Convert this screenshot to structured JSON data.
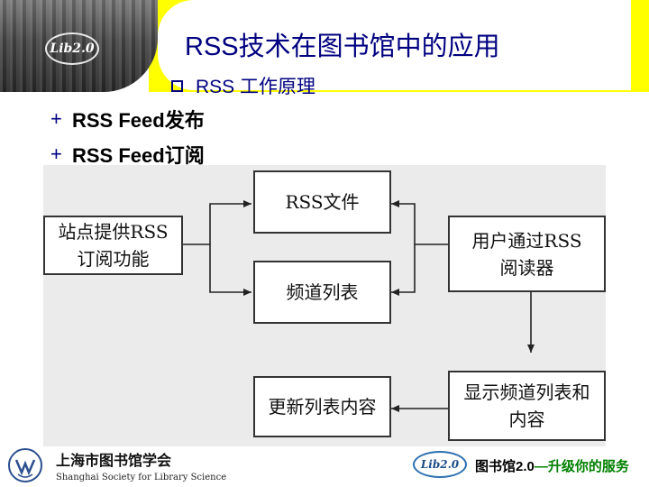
{
  "header": {
    "logo_text": "Lib2.0",
    "title": "RSS技术在图书馆中的应用",
    "subtitle": "RSS 工作原理"
  },
  "bullets": [
    {
      "marker": "+",
      "text": "RSS Feed发布"
    },
    {
      "marker": "+",
      "text": "RSS Feed订阅"
    }
  ],
  "diagram": {
    "nodes": {
      "publish": "站点提供RSS\n订阅功能",
      "rss_file": "RSS文件",
      "channel_list": "频道列表",
      "reader": "用户通过RSS\n阅读器",
      "display": "显示频道列表和\n内容",
      "update": "更新列表内容"
    }
  },
  "footer": {
    "society_cn": "上海市图书馆学会",
    "society_en": "Shanghai Society for Library Science",
    "logo_text": "Lib2.0",
    "slogan_part1": "图书馆2.0",
    "slogan_part2": "—升级你的服务"
  },
  "colors": {
    "accent_yellow": "#ffff00",
    "title_blue": "#000080",
    "slogan_green": "#008000"
  }
}
